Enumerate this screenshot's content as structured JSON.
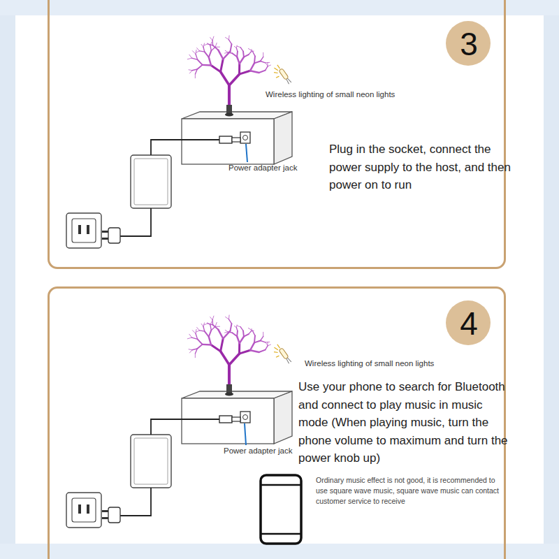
{
  "diagram": {
    "nodes": [
      {
        "text": [
          "Plug in the socket, connect the power supply to the host, and then power on to run"
        ]
      },
      {
        "text": [
          "3"
        ],
        "in": 0
      },
      {
        "text": [
          "Use your phone to search for Bluetooth and connect to play music in music mode (When playing music, turn the phone volume to maximum and turn the power knob up)"
        ]
      },
      {
        "text": [
          "4"
        ],
        "in": 2
      }
    ],
    "labels": [
      "Wireless lighting of small neon lights",
      "Power adapter jack",
      "Wireless lighting of small neon lights",
      "Power adapter jack",
      "Ordinary music effect is not good, it is recommended to use square wave music, square wave music can contact customer service to receive"
    ]
  }
}
